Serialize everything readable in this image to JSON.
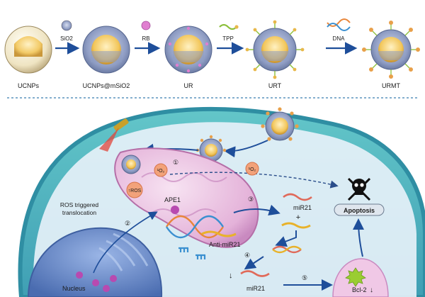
{
  "top_row": {
    "particles": [
      "UCNPs",
      "UCNPs@mSiO2",
      "UR",
      "URT",
      "URMT"
    ],
    "steps": [
      "SiO2",
      "RB",
      "TPP",
      "DNA"
    ]
  },
  "cell": {
    "ros_1o2_left": "¹O₂",
    "ros_1o2_mid": "¹O₂",
    "ros_label": "↑ROS",
    "ros_triggered": "ROS triggered",
    "translocation": "translocation",
    "ape1": "APE1",
    "anti_mir21": "Anti-miR21",
    "mir21_top": "miR21",
    "plus": "+",
    "mir21_bottom": "miR21",
    "bcl2": "Bcl-2",
    "apoptosis": "Apoptosis",
    "nucleus": "Nucleus",
    "steps": [
      "①",
      "②",
      "③",
      "④",
      "⑤"
    ]
  },
  "colors": {
    "core": "#f2c65a",
    "silica": "#7f8fb3",
    "mito": "#e6b7dc",
    "cytoplasm": "#53b8c0",
    "nucleus": "#5c7fc0",
    "arrow": "#1e4e9a",
    "ros": "#e06040"
  }
}
